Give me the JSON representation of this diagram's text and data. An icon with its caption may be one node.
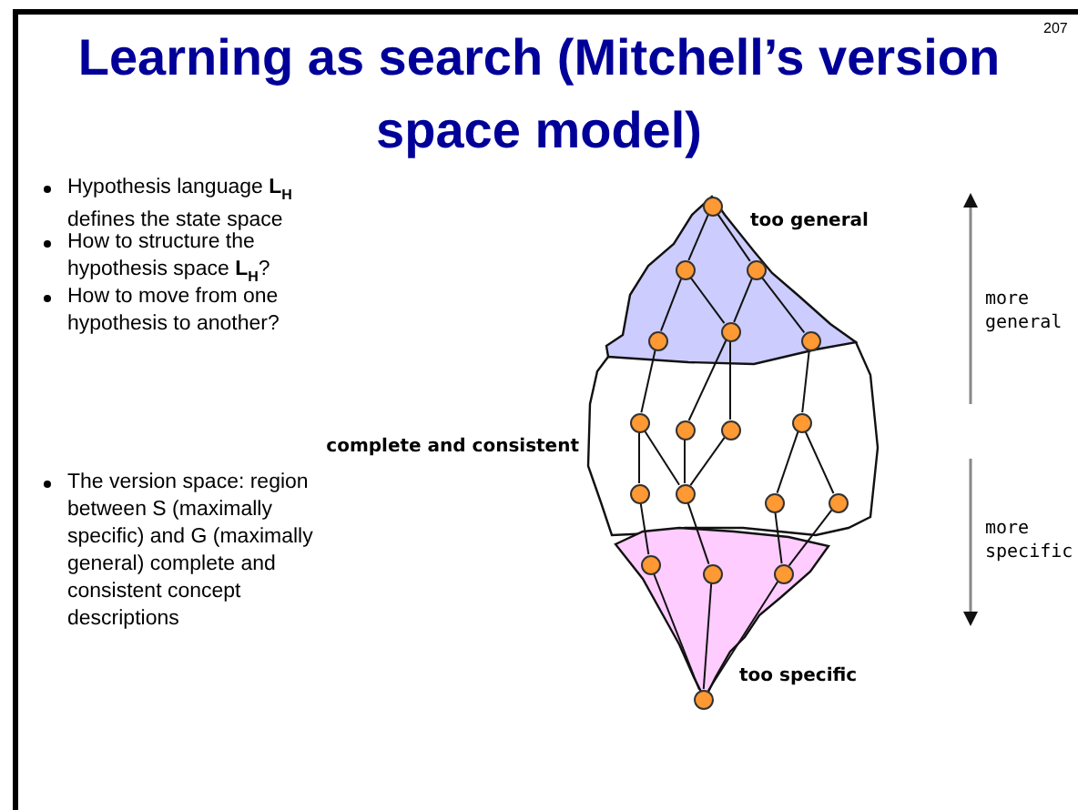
{
  "diagram": {
    "title": "Learning as search (Mitchell’s version space model)",
    "nodes": [
      {
        "text": [],
        "shape": "band",
        "beside": [
          "too general"
        ]
      },
      {
        "text": [],
        "shape": "band",
        "beside": [
          "complete and consistent"
        ]
      },
      {
        "text": [],
        "shape": "band",
        "beside": [
          "too specific"
        ]
      },
      {
        "text": [],
        "shape": "circle",
        "in": 0
      },
      {
        "text": [],
        "shape": "circle",
        "in": 0
      },
      {
        "text": [],
        "shape": "circle",
        "in": 0
      },
      {
        "text": [],
        "shape": "circle",
        "in": 0
      },
      {
        "text": [],
        "shape": "circle",
        "in": 0
      },
      {
        "text": [],
        "shape": "circle",
        "in": 0
      },
      {
        "text": [],
        "shape": "circle",
        "in": 1
      },
      {
        "text": [],
        "shape": "circle",
        "in": 1
      },
      {
        "text": [],
        "shape": "circle",
        "in": 1
      },
      {
        "text": [],
        "shape": "circle",
        "in": 1
      },
      {
        "text": [],
        "shape": "circle",
        "in": 1
      },
      {
        "text": [],
        "shape": "circle",
        "in": 1
      },
      {
        "text": [],
        "shape": "circle",
        "in": 1
      },
      {
        "text": [],
        "shape": "circle",
        "in": 1
      },
      {
        "text": [],
        "shape": "circle",
        "in": 2
      },
      {
        "text": [],
        "shape": "circle",
        "in": 2
      },
      {
        "text": [],
        "shape": "circle",
        "in": 2
      },
      {
        "text": [],
        "shape": "circle",
        "in": 2
      }
    ],
    "edges": [
      {
        "from": 3,
        "to": 4,
        "arrow": "none"
      },
      {
        "from": 3,
        "to": 5,
        "arrow": "none"
      },
      {
        "from": 4,
        "to": 6,
        "arrow": "none"
      },
      {
        "from": 4,
        "to": 7,
        "arrow": "none"
      },
      {
        "from": 5,
        "to": 7,
        "arrow": "none"
      },
      {
        "from": 5,
        "to": 8,
        "arrow": "none"
      },
      {
        "from": 6,
        "to": 9,
        "arrow": "none"
      },
      {
        "from": 7,
        "to": 10,
        "arrow": "none"
      },
      {
        "from": 7,
        "to": 11,
        "arrow": "none"
      },
      {
        "from": 8,
        "to": 12,
        "arrow": "none"
      },
      {
        "from": 9,
        "to": 13,
        "arrow": "none"
      },
      {
        "from": 9,
        "to": 14,
        "arrow": "none"
      },
      {
        "from": 10,
        "to": 14,
        "arrow": "none"
      },
      {
        "from": 11,
        "to": 14,
        "arrow": "none"
      },
      {
        "from": 12,
        "to": 15,
        "arrow": "none"
      },
      {
        "from": 12,
        "to": 16,
        "arrow": "none"
      },
      {
        "from": 13,
        "to": 17,
        "arrow": "none"
      },
      {
        "from": 14,
        "to": 18,
        "arrow": "none"
      },
      {
        "from": 15,
        "to": 19,
        "arrow": "none"
      },
      {
        "from": 16,
        "to": 19,
        "arrow": "none"
      },
      {
        "from": 17,
        "to": 20,
        "arrow": "none"
      },
      {
        "from": 18,
        "to": 20,
        "arrow": "none"
      },
      {
        "from": 19,
        "to": 20,
        "arrow": "none"
      }
    ],
    "labels": [
      "207",
      "Hypothesis language  **L**$_{H}$ defines the state space",
      "How to structure the hypothesis space **L**$_{H}$?",
      "How to move from one hypothesis to another?",
      "The version space: region between S (maximally specific) and G (maximally general) complete and consistent concept descriptions",
      "more general",
      "more specific"
    ]
  }
}
